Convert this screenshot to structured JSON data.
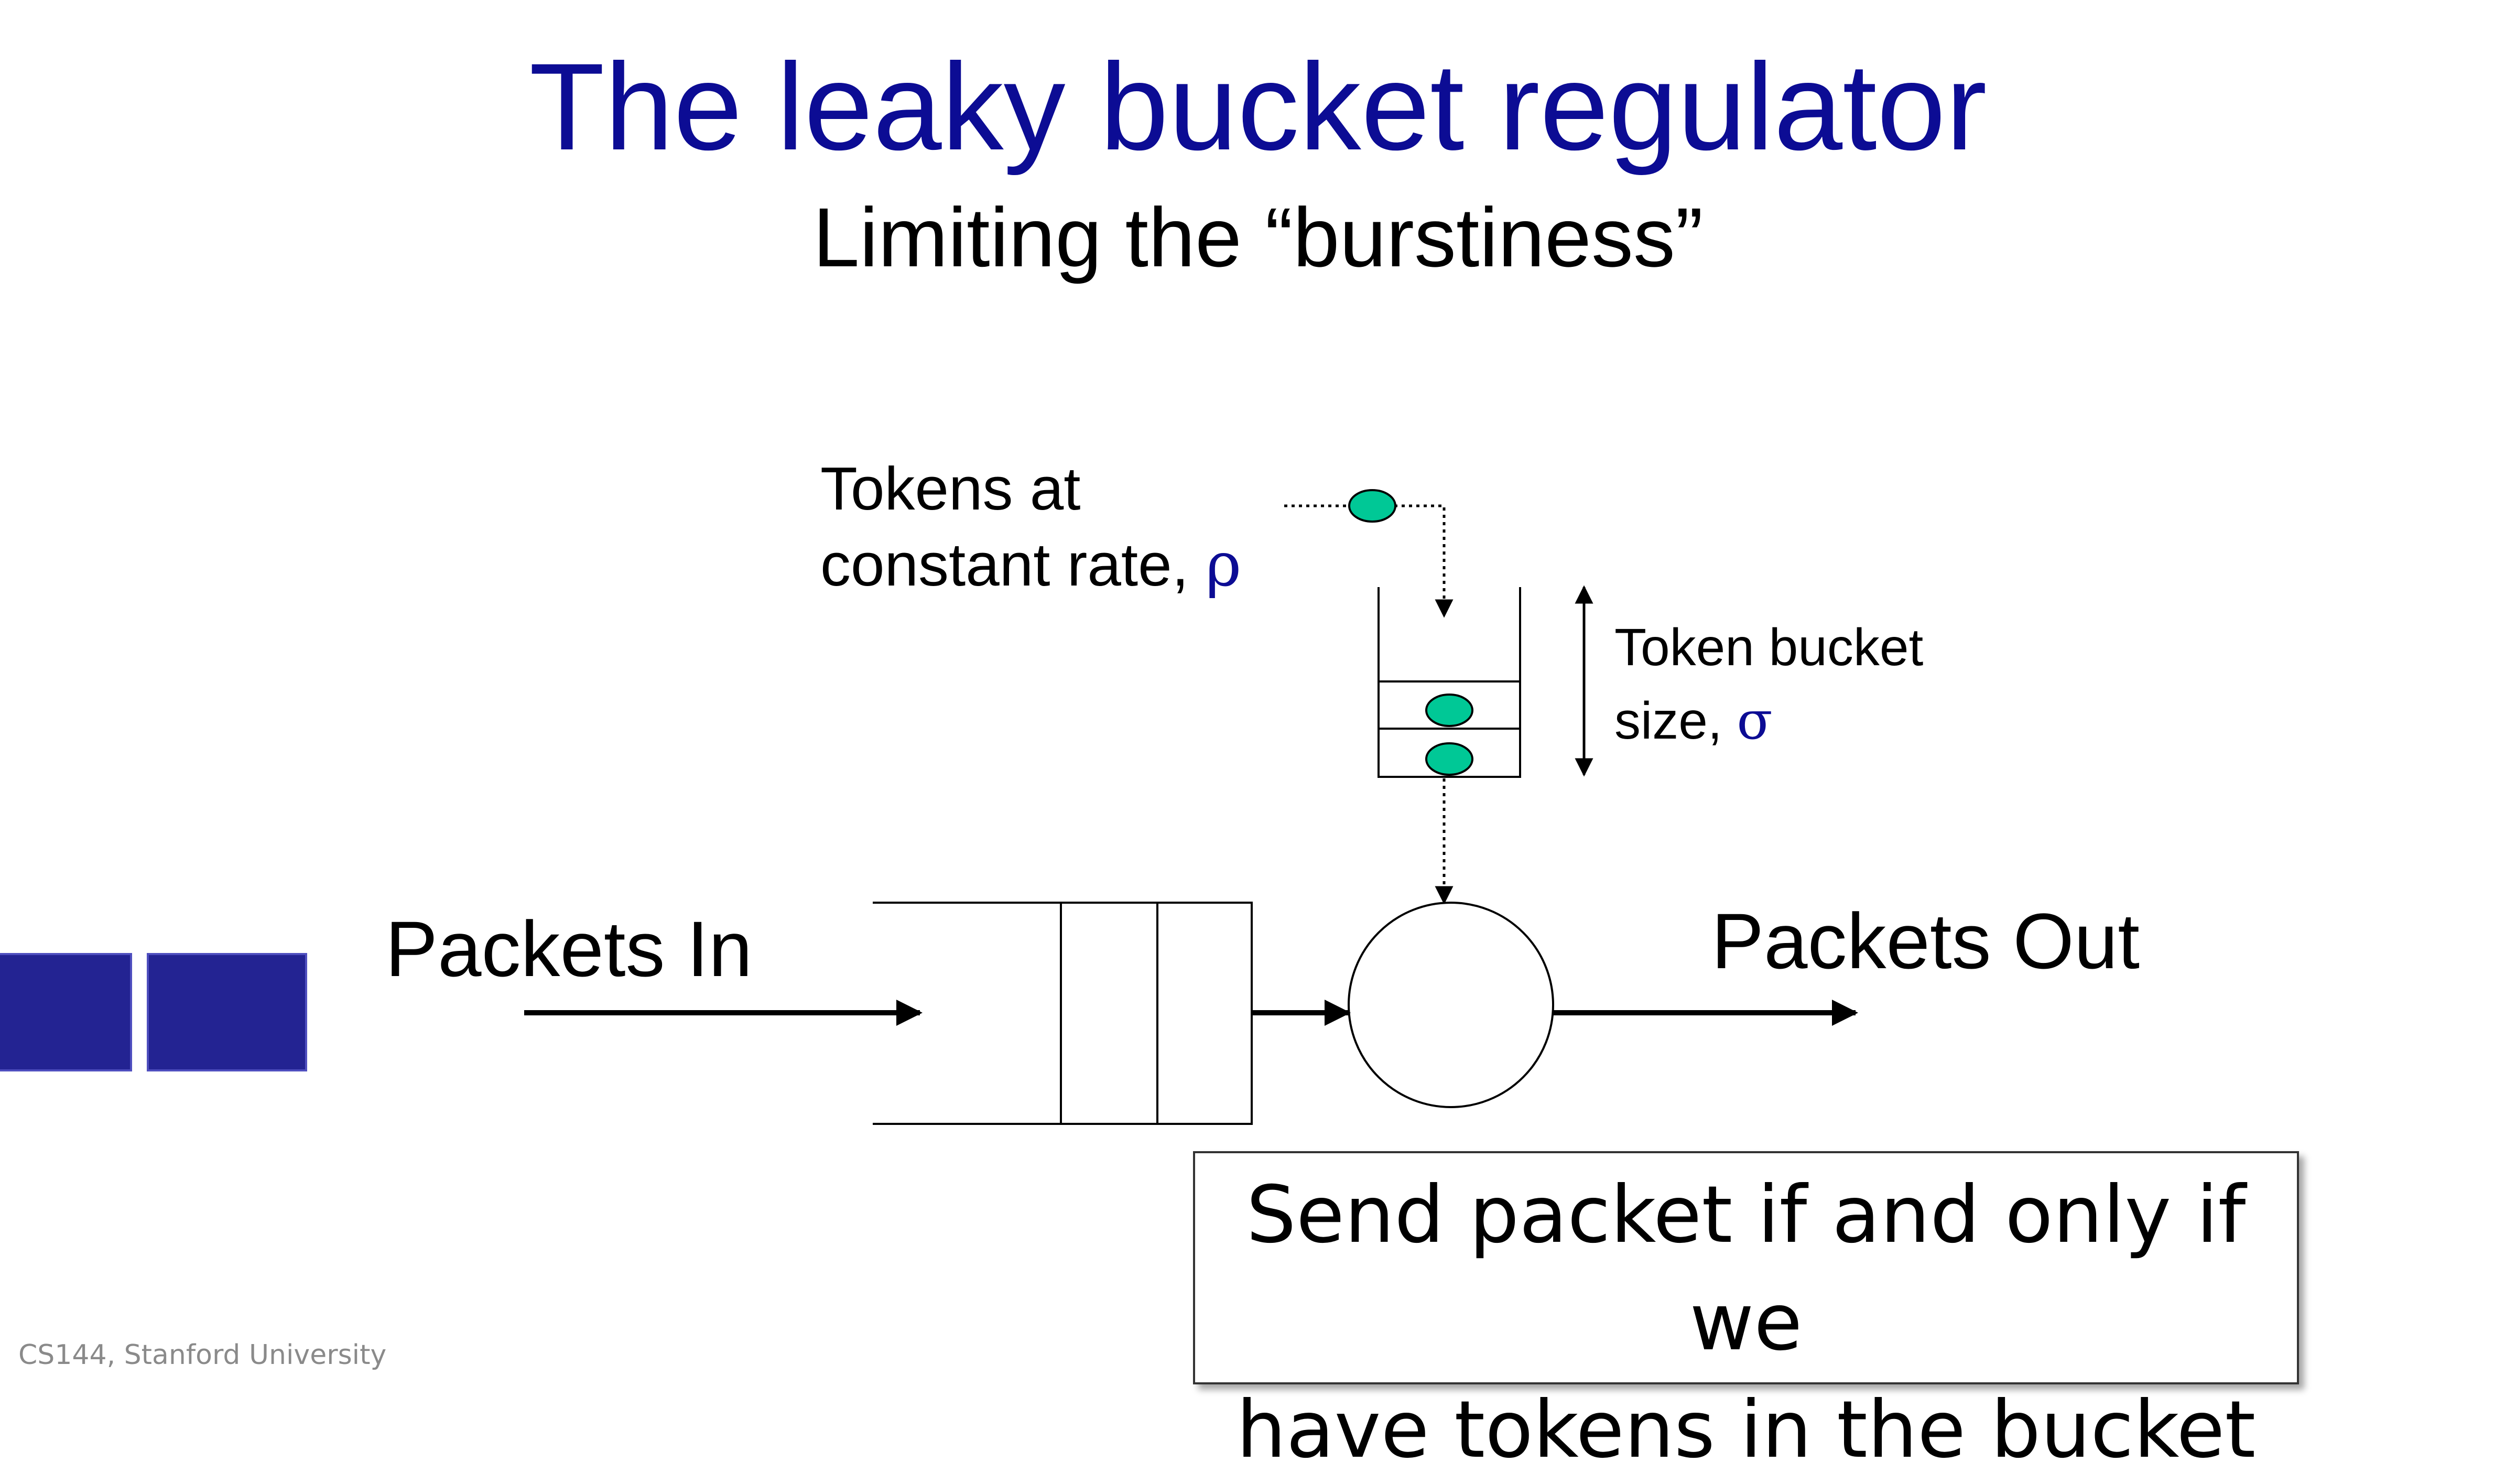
{
  "slide": {
    "title": "The leaky bucket regulator",
    "subtitle": "Limiting the “burstiness”",
    "footer": "CS144, Stanford University"
  },
  "diagram": {
    "tokens_label_line1": "Tokens at",
    "tokens_label_line2": "constant rate, ",
    "rate_symbol": "ρ",
    "bucket_label_line1": "Token bucket",
    "bucket_label_line2": "size, ",
    "size_symbol": "σ",
    "packets_in": "Packets In",
    "packets_out": "Packets Out",
    "token_color": "#00c896",
    "title_color": "#0c0c94"
  },
  "callout": {
    "line1": "Send packet if and only if we",
    "line2": "have tokens in the bucket"
  }
}
